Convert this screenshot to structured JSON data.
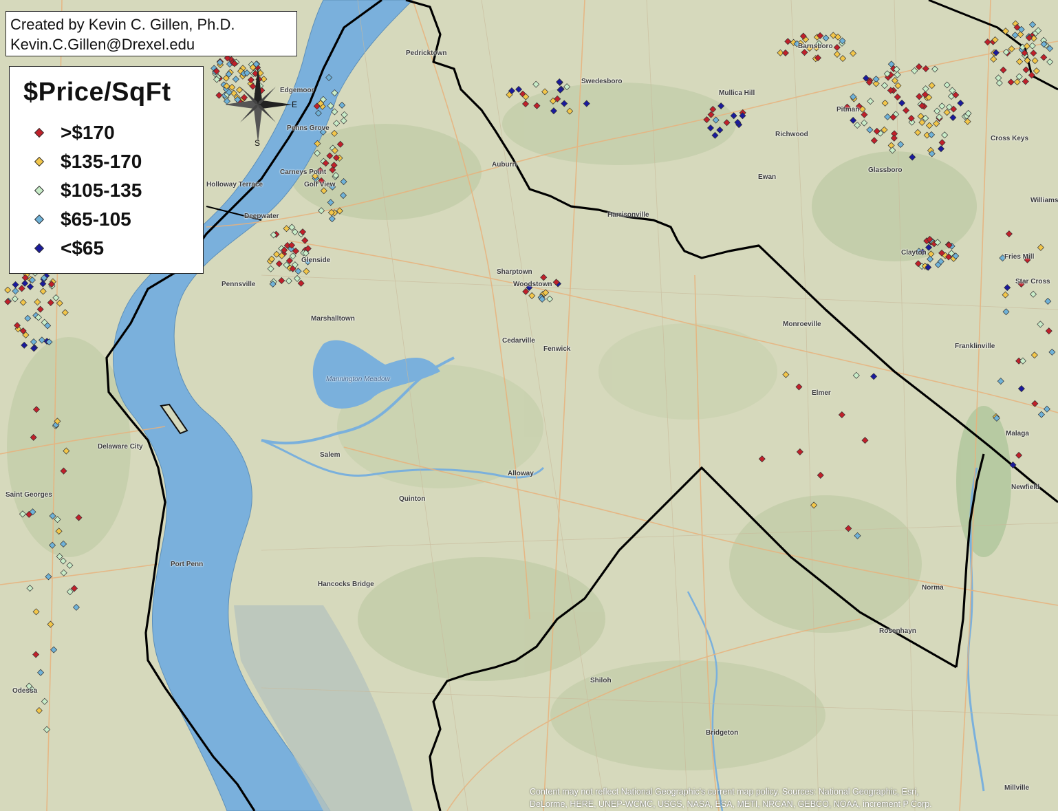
{
  "map": {
    "credit_line1": "Created by Kevin C. Gillen, Ph.D.",
    "credit_line2": "Kevin.C.Gillen@Drexel.edu",
    "attribution_line1": "Content may not reflect National Geographic's current map policy. Sources: National Geographic, Esri,",
    "attribution_line2": "DeLorme, HERE, UNEP-WCMC, USGS, NASA, ESA, METI, NRCAN, GEBCO, NOAA, increment P Corp.",
    "compass_labels": {
      "east": "E",
      "south": "S"
    }
  },
  "legend": {
    "title": "$Price/SqFt",
    "items": [
      {
        "label": ">$170",
        "color": "#c0202a"
      },
      {
        "label": "$135-170",
        "color": "#f2c64a"
      },
      {
        "label": "$105-135",
        "color": "#c8ecc8"
      },
      {
        "label": "$65-105",
        "color": "#6fb2d8"
      },
      {
        "label": "<$65",
        "color": "#1a1a9c"
      }
    ]
  },
  "places": [
    "Pedricktown",
    "Auburn",
    "Swedesboro",
    "Mullica Hill",
    "Richwood",
    "Ewan",
    "Harrisonville",
    "Barnsboro",
    "Pitman",
    "Glassboro",
    "Clayton",
    "Fries Mill",
    "Star Cross",
    "Cross Keys",
    "Franklinville",
    "Monroeville",
    "Elmer",
    "Malaga",
    "Newfield",
    "Norma",
    "Rosenhayn",
    "Sharptown",
    "Woodstown",
    "Cedarville",
    "Fenwick",
    "Marshalltown",
    "Glenside",
    "Pennsville",
    "Salem",
    "Quinton",
    "Alloway",
    "Hancocks Bridge",
    "Shiloh",
    "Bridgeton",
    "Penns Grove",
    "Carneys Point",
    "Golf View",
    "Deepwater",
    "Port Penn",
    "Delaware City",
    "Saint Georges",
    "Odessa",
    "Edgemoor",
    "Holloway Terrace",
    "Millville",
    "Mannington Meadow",
    "Williamstown"
  ],
  "colors": {
    "water": "#7ab0dc",
    "land": "#d9dcc0",
    "boundary": "#000000"
  }
}
